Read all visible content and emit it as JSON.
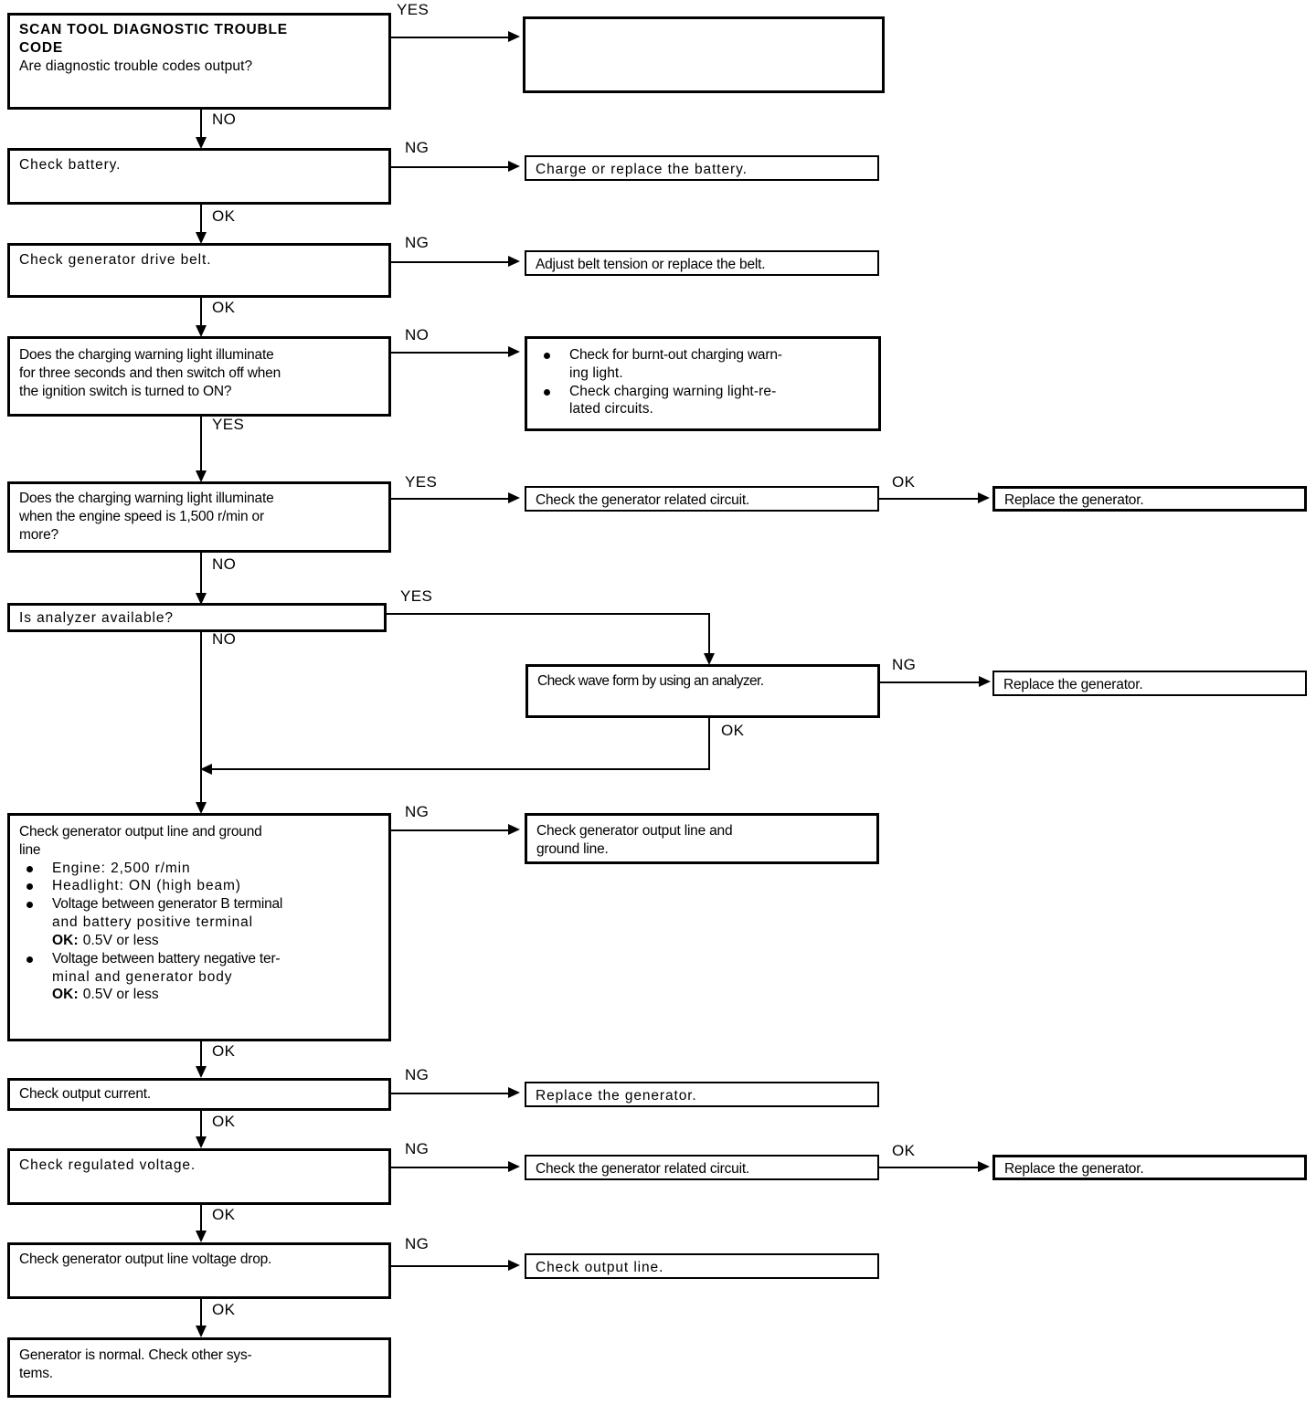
{
  "document": {
    "type": "diagnostic-flowchart",
    "subject": "Charging system / generator troubleshooting"
  },
  "nodes": {
    "scan_tool": {
      "title": "SCAN TOOL DIAGNOSTIC TROUBLE",
      "title2": "CODE",
      "question": "Are diagnostic trouble codes output?"
    },
    "scan_tool_yes_target": {
      "text": ""
    },
    "check_battery": {
      "text": "Check battery."
    },
    "charge_replace_battery": {
      "text": "Charge or replace the battery."
    },
    "check_drive_belt": {
      "text": "Check  generator  drive  belt."
    },
    "adjust_belt": {
      "text": "Adjust belt tension or replace the belt."
    },
    "warning_light_3s": {
      "line1": "Does the charging warning light illuminate",
      "line2": "for three seconds and then switch off when",
      "line3": "the ignition switch is turned to ON?"
    },
    "warning_light_checks": {
      "items": [
        "Check for burnt-out charging warn-\ning light.",
        "Check charging warning light-re-\nlated circuits."
      ],
      "item1_a": "Check for burnt-out charging warn-",
      "item1_b": "ing light.",
      "item2_a": "Check charging warning light-re-",
      "item2_b": "lated circuits."
    },
    "warning_light_1500": {
      "line1": "Does the charging warning light illuminate",
      "line2": "when the engine speed is 1,500 r/min or",
      "line3": "more?"
    },
    "check_gen_circuit_1": {
      "text": "Check the generator related circuit."
    },
    "replace_generator_1": {
      "text": "Replace the generator."
    },
    "analyzer_available": {
      "text": "Is analyzer available?"
    },
    "check_wave_form": {
      "text": "Check wave form by using an analyzer."
    },
    "replace_generator_2": {
      "text": "Replace the generator."
    },
    "check_output_ground": {
      "heading1": "Check generator output line and ground",
      "heading2": "line",
      "bullets": [
        "Engine: 2,500 r/min",
        "Headlight: ON (high beam)",
        "Voltage between generator B terminal and battery positive terminal",
        "Voltage between battery negative terminal and generator body"
      ],
      "b1": "Engine:  2,500  r/min",
      "b2": "Headlight:  ON  (high  beam)",
      "b3_a": "Voltage between generator B terminal",
      "b3_b": "and  battery  positive  terminal",
      "b3_ok_label": "OK:",
      "b3_ok_value": "0.5V  or  less",
      "b4_a": "Voltage between battery negative ter-",
      "b4_b": "minal  and  generator  body",
      "b4_ok_label": "OK:",
      "b4_ok_value": "0.5V  or  less"
    },
    "check_output_ground_ng": {
      "line1": "Check   generator   output   line   and",
      "line2": "ground line."
    },
    "check_output_current": {
      "text": "Check output current."
    },
    "replace_generator_3": {
      "text": "Replace the generator."
    },
    "check_regulated_voltage": {
      "text": "Check   regulated   voltage."
    },
    "check_gen_circuit_2": {
      "text": "Check the generator related circuit."
    },
    "replace_generator_4": {
      "text": "Replace the generator."
    },
    "check_voltage_drop": {
      "text": "Check generator output line voltage drop."
    },
    "check_output_line": {
      "text": "Check output line."
    },
    "generator_normal": {
      "line1": "Generator is normal.   Check other sys-",
      "line2": "tems."
    }
  },
  "edge_labels": {
    "yes_1": "YES",
    "no_1": "NO",
    "ng_battery": "NG",
    "ok_battery": "OK",
    "ng_belt": "NG",
    "ok_belt": "OK",
    "no_warning_3s": "NO",
    "yes_warning_3s": "YES",
    "yes_warning_1500": "YES",
    "ok_gen_circuit_1": "OK",
    "no_warning_1500": "NO",
    "yes_analyzer": "YES",
    "no_analyzer": "NO",
    "ng_waveform": "NG",
    "ok_waveform": "OK",
    "ng_output_ground": "NG",
    "ok_output_ground": "OK",
    "ng_output_current": "NG",
    "ok_output_current": "OK",
    "ng_regulated_voltage": "NG",
    "ok_regulated_voltage": "OK",
    "ok_gen_circuit_2": "OK",
    "ng_voltage_drop": "NG",
    "ok_voltage_drop": "OK"
  },
  "colors": {
    "ink": "#000000",
    "paper": "#ffffff"
  }
}
